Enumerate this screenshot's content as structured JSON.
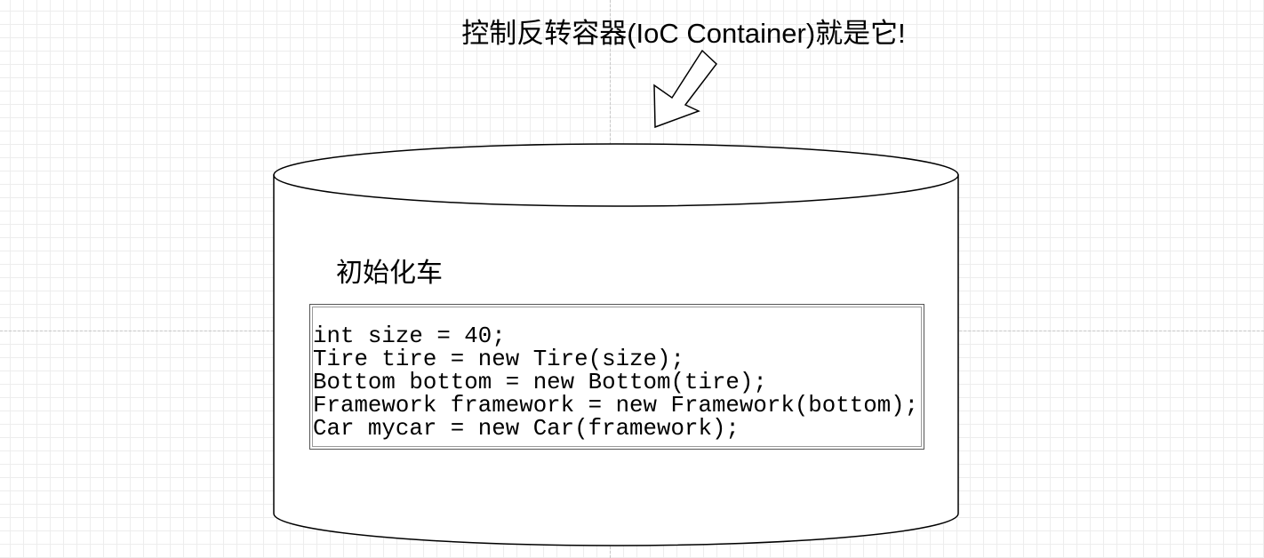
{
  "title": "控制反转容器(IoC Container)就是它!",
  "container": {
    "label": "初始化车",
    "code_lines": [
      "int size = 40;",
      "Tire tire = new Tire(size);",
      "Bottom bottom = new Bottom(tire);",
      "Framework framework = new Framework(bottom);",
      "Car mycar = new Car(framework);"
    ]
  }
}
